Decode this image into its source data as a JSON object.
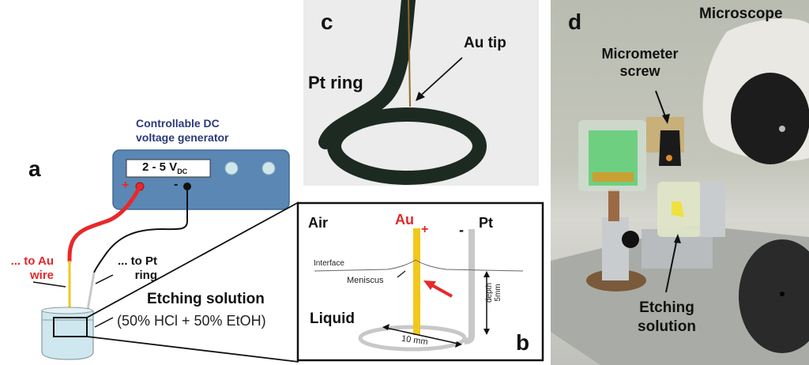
{
  "panel_a": {
    "letter": "a",
    "generator_title_line1": "Controllable DC",
    "generator_title_line2": "voltage generator",
    "display_main": "2 - 5 V",
    "display_sub": "DC",
    "plus_sign": "+",
    "minus_sign": "-",
    "to_au_line1": "... to Au",
    "to_au_line2": "wire",
    "to_pt_line1": "... to Pt",
    "to_pt_line2": "ring",
    "etching_title": "Etching solution",
    "etching_composition": "(50% HCl + 50% EtOH)",
    "colors": {
      "generator_body": "#5b87b4",
      "title_text": "#2a3a7a",
      "red_wire": "#e8282a",
      "au_wire": "#f2c81c",
      "pt_wire": "#c8c8c8",
      "liquid": "#cfe7ee",
      "knob": "#cfe6ea"
    }
  },
  "panel_b": {
    "letter": "b",
    "air_label": "Air",
    "au_label": "Au",
    "pt_label": "Pt",
    "plus_sign": "+",
    "minus_sign": "-",
    "interface_label": "Interface",
    "meniscus_label": "Meniscus",
    "liquid_label": "Liquid",
    "ring_diameter_label": "10 mm",
    "depth_label_line1": "depth",
    "depth_label_line2": "5mm"
  },
  "panel_c": {
    "letter": "c",
    "pt_ring_label": "Pt ring",
    "au_tip_label": "Au tip"
  },
  "panel_d": {
    "letter": "d",
    "microscope_label": "Microscope",
    "micrometer_line1": "Micrometer",
    "micrometer_line2": "screw",
    "etching_line1": "Etching",
    "etching_line2": "solution"
  }
}
